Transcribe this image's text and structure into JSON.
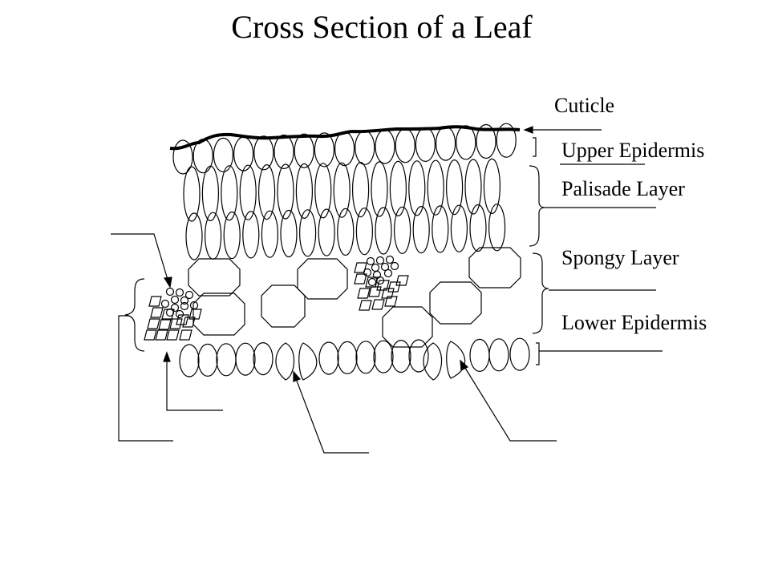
{
  "title": "Cross Section of a Leaf",
  "labels": {
    "cuticle": "Cuticle",
    "upper_epidermis": "Upper Epidermis",
    "palisade_layer": "Palisade Layer",
    "spongy_layer": "Spongy Layer",
    "lower_epidermis": "Lower Epidermis"
  },
  "colors": {
    "stroke": "#000000",
    "background": "#ffffff"
  }
}
